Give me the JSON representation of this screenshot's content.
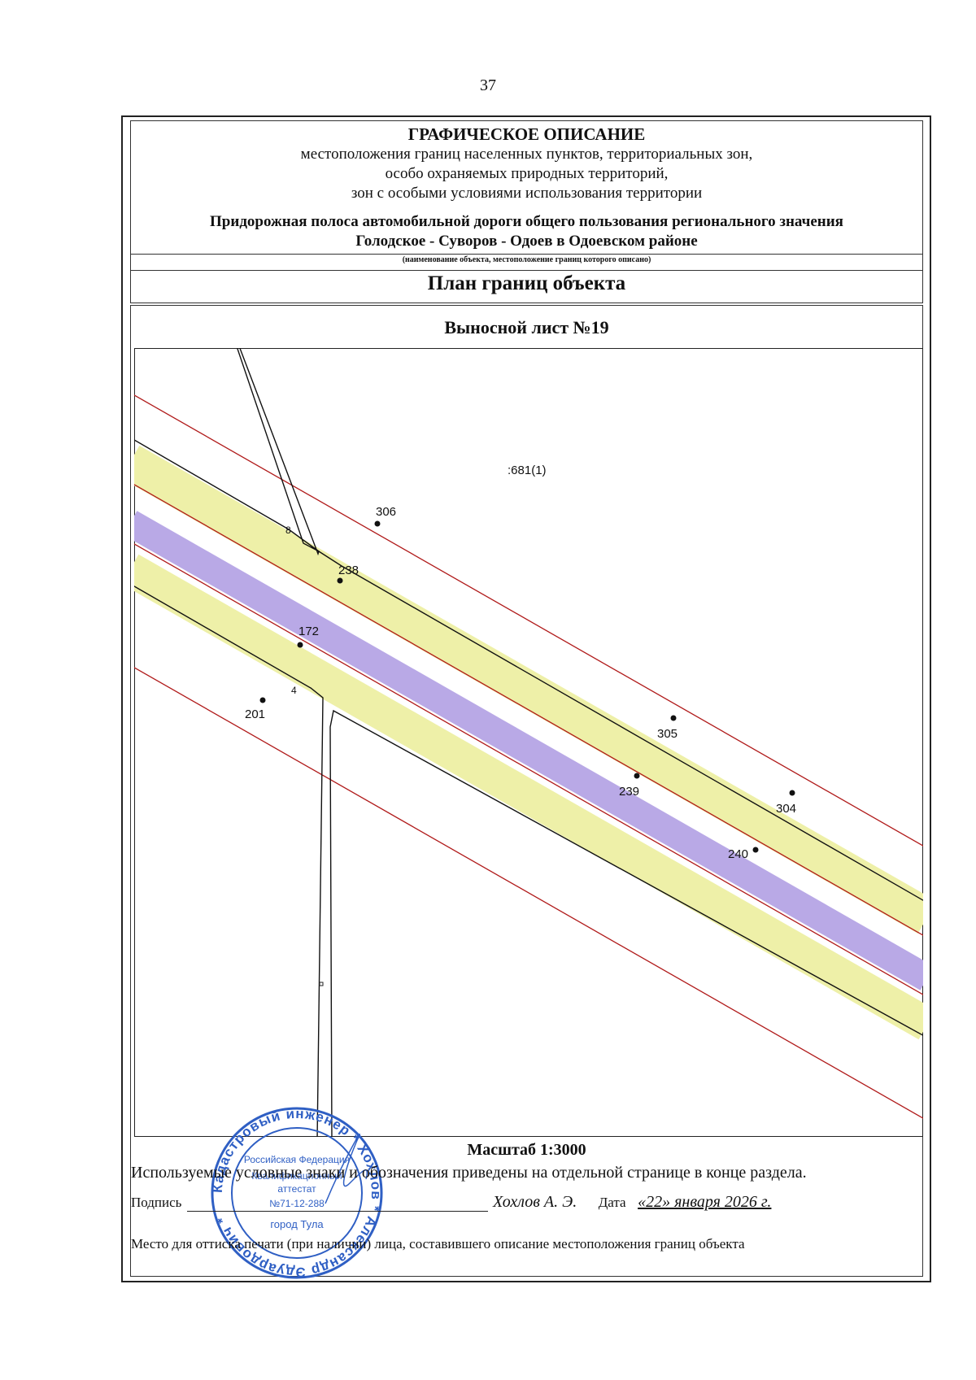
{
  "page_number": "37",
  "header": {
    "title": "ГРАФИЧЕСКОЕ ОПИСАНИЕ",
    "subtitle_lines": [
      "местоположения границ населенных пунктов, территориальных зон,",
      "особо охраняемых природных территорий,",
      "зон с особыми условиями использования территории"
    ],
    "object_line1": "Придорожная полоса автомобильной дороги общего пользования регионального значения",
    "object_line2": "Голодское - Суворов - Одоев в Одоевском районе",
    "object_note": "(наименование объекта, местоположение границ которого описано)",
    "plan_title": "План границ объекта"
  },
  "sheet_title": "Выносной лист №19",
  "map": {
    "parcel_label": ":681(1)",
    "points": [
      {
        "label": "306"
      },
      {
        "label": "238"
      },
      {
        "label": "172"
      },
      {
        "label": "201"
      },
      {
        "label": "305"
      },
      {
        "label": "239"
      },
      {
        "label": "304"
      },
      {
        "label": "240"
      }
    ],
    "parcel_marks": [
      "8",
      "4"
    ],
    "colors": {
      "boundary": "#b01a1a",
      "parcel": "#111111",
      "road_yellow": "#eef0a8",
      "road_violet": "#b9a9e6"
    }
  },
  "scale": "Масштаб 1:3000",
  "legend_note": "Используемые условные знаки и обозначения приведены на отдельной странице в конце раздела.",
  "signature": {
    "label": "Подпись",
    "name": "Хохлов А. Э.",
    "date_label": "Дата",
    "date": "«22» января 2026 г."
  },
  "stamp_place": "Место для оттиска печати (при наличии) лица, составившего описание местоположения границ объекта",
  "stamp": {
    "outer_text": "Кадастровый инженер * Хохлов * Александр Эдуардович *",
    "inner_lines": [
      "Российская Федерация",
      "Квалификационный",
      "аттестат",
      "№71-12-288",
      "город Тула"
    ],
    "color": "#2f5fc4"
  }
}
